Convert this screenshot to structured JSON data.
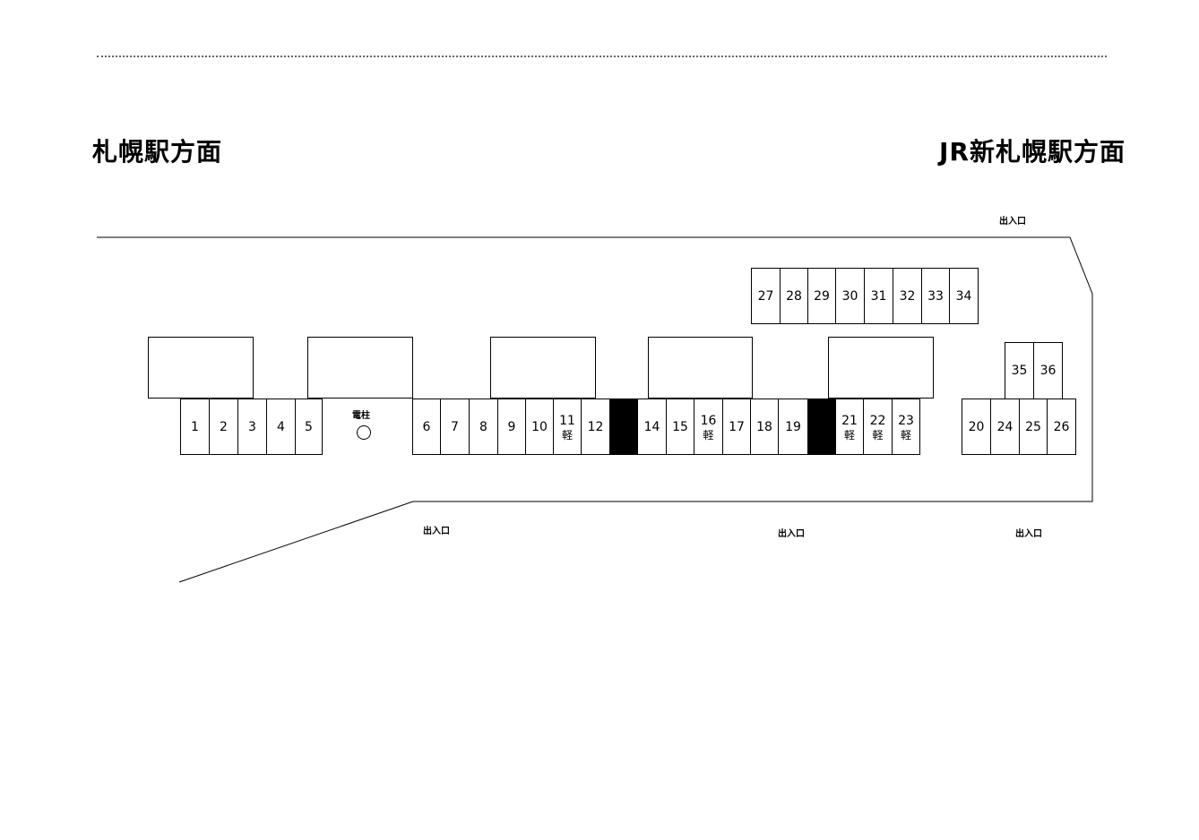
{
  "headings": {
    "left": "札幌駅方面",
    "right": "JR新札幌駅方面"
  },
  "entrances": {
    "top_right": "出入口",
    "bottom_left": "出入口",
    "bottom_middle": "出入口",
    "bottom_right": "出入口"
  },
  "utility_pole": {
    "label": "電柱"
  },
  "stalls": [
    {
      "number": "1",
      "note": ""
    },
    {
      "number": "2",
      "note": ""
    },
    {
      "number": "3",
      "note": ""
    },
    {
      "number": "4",
      "note": ""
    },
    {
      "number": "5",
      "note": ""
    },
    {
      "number": "6",
      "note": ""
    },
    {
      "number": "7",
      "note": ""
    },
    {
      "number": "8",
      "note": ""
    },
    {
      "number": "9",
      "note": ""
    },
    {
      "number": "10",
      "note": ""
    },
    {
      "number": "11",
      "note": "軽"
    },
    {
      "number": "12",
      "note": ""
    },
    {
      "number": "",
      "note": "",
      "blocked": true
    },
    {
      "number": "14",
      "note": ""
    },
    {
      "number": "15",
      "note": ""
    },
    {
      "number": "16",
      "note": "軽"
    },
    {
      "number": "17",
      "note": ""
    },
    {
      "number": "18",
      "note": ""
    },
    {
      "number": "19",
      "note": ""
    },
    {
      "number": "",
      "note": "",
      "blocked": true
    },
    {
      "number": "21",
      "note": "軽"
    },
    {
      "number": "22",
      "note": "軽"
    },
    {
      "number": "23",
      "note": "軽"
    },
    {
      "number": "20",
      "note": ""
    },
    {
      "number": "24",
      "note": ""
    },
    {
      "number": "25",
      "note": ""
    },
    {
      "number": "26",
      "note": ""
    },
    {
      "number": "27",
      "note": ""
    },
    {
      "number": "28",
      "note": ""
    },
    {
      "number": "29",
      "note": ""
    },
    {
      "number": "30",
      "note": ""
    },
    {
      "number": "31",
      "note": ""
    },
    {
      "number": "32",
      "note": ""
    },
    {
      "number": "33",
      "note": ""
    },
    {
      "number": "34",
      "note": ""
    },
    {
      "number": "35",
      "note": ""
    },
    {
      "number": "36",
      "note": ""
    }
  ]
}
